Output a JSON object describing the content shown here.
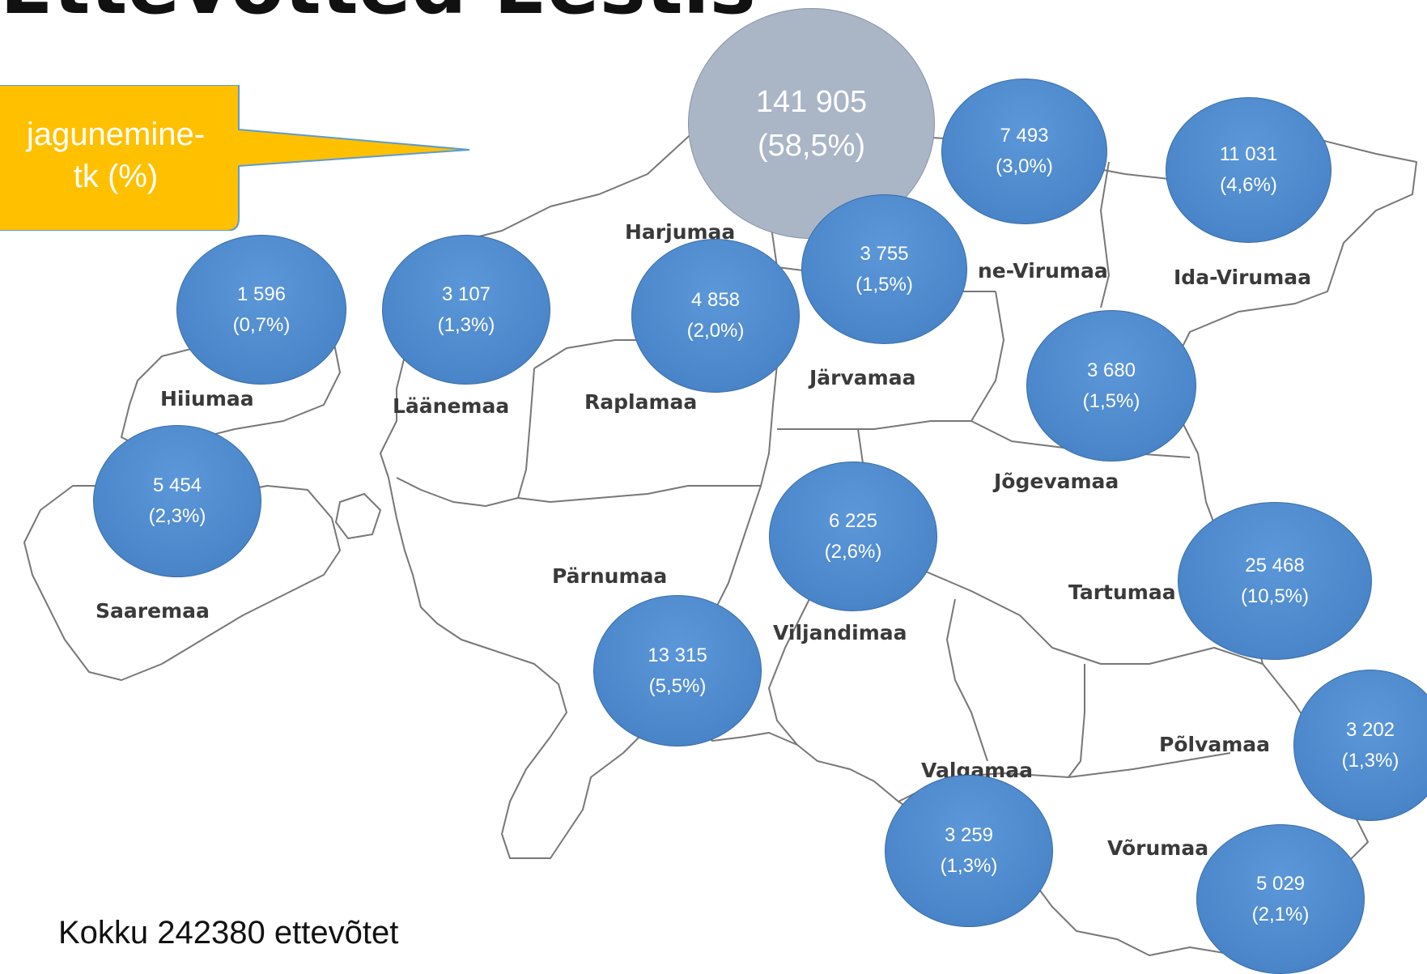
{
  "title": "Ettevõtted Eestis",
  "callout": {
    "line1": "jagunemine-",
    "line2": "tk (%)"
  },
  "total": "Kokku 242380 ettevõtet",
  "colors": {
    "bubble": "#4a86c9",
    "capital_bubble": "#aab5c6",
    "callout": "#ffc000",
    "map_outline": "#777777"
  },
  "regions": [
    {
      "name": "Harjumaa"
    },
    {
      "name": "ne-Virumaa"
    },
    {
      "name": "Ida-Virumaa"
    },
    {
      "name": "Hiiumaa"
    },
    {
      "name": "Läänemaa"
    },
    {
      "name": "Raplamaa"
    },
    {
      "name": "Järvamaa"
    },
    {
      "name": "Jõgevamaa"
    },
    {
      "name": "Pärnumaa"
    },
    {
      "name": "Tartumaa"
    },
    {
      "name": "Saaremaa"
    },
    {
      "name": "Viljandimaa"
    },
    {
      "name": "Põlvamaa"
    },
    {
      "name": "Valgamaa"
    },
    {
      "name": "Võrumaa"
    }
  ],
  "bubbles": [
    {
      "count": "141 905",
      "share": "(58,5%)"
    },
    {
      "count": "7 493",
      "share": "(3,0%)"
    },
    {
      "count": "11 031",
      "share": "(4,6%)"
    },
    {
      "count": "3 755",
      "share": "(1,5%)"
    },
    {
      "count": "1 596",
      "share": "(0,7%)"
    },
    {
      "count": "3 107",
      "share": "(1,3%)"
    },
    {
      "count": "4 858",
      "share": "(2,0%)"
    },
    {
      "count": "3 680",
      "share": "(1,5%)"
    },
    {
      "count": "5 454",
      "share": "(2,3%)"
    },
    {
      "count": "6 225",
      "share": "(2,6%)"
    },
    {
      "count": "25 468",
      "share": "(10,5%)"
    },
    {
      "count": "13 315",
      "share": "(5,5%)"
    },
    {
      "count": "3 202",
      "share": "(1,3%)"
    },
    {
      "count": "3 259",
      "share": "(1,3%)"
    },
    {
      "count": "5 029",
      "share": "(2,1%)"
    }
  ]
}
